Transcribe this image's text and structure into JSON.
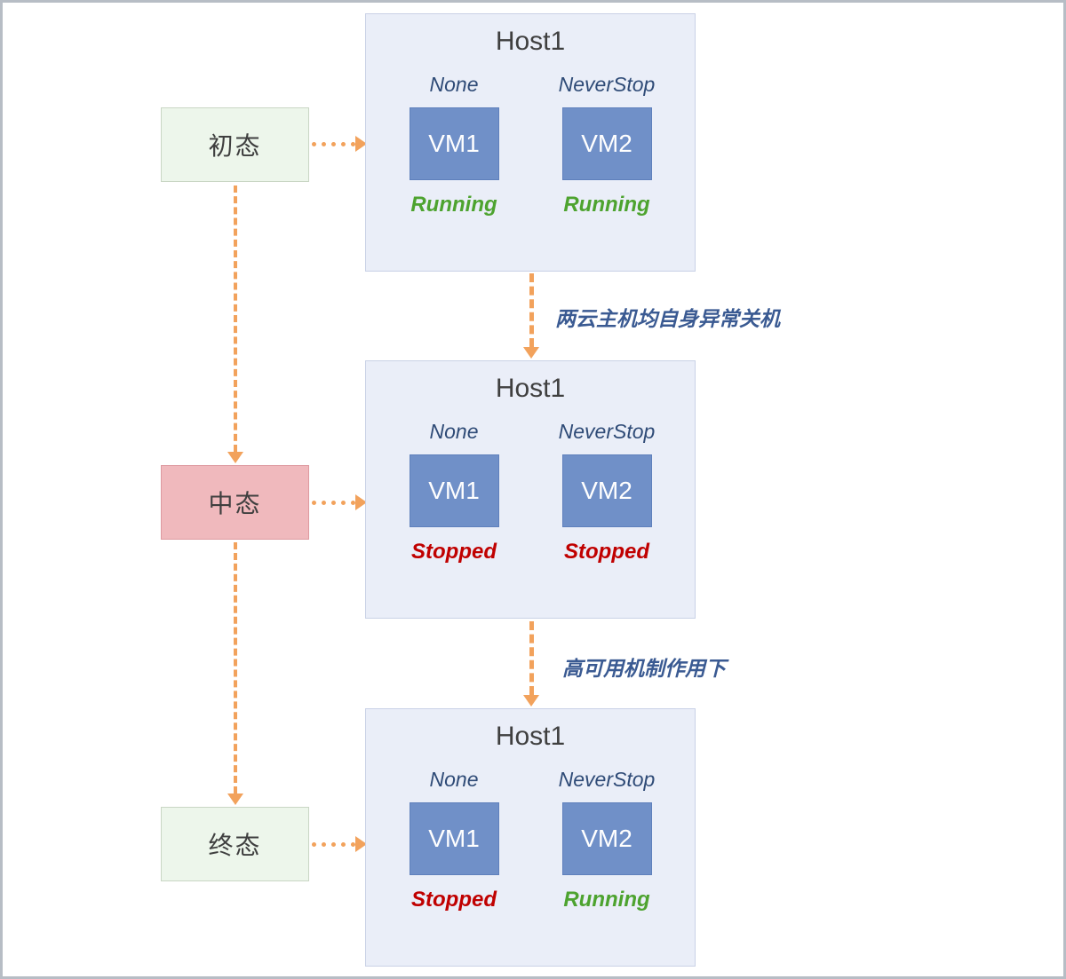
{
  "diagram": {
    "states": [
      {
        "label": "初态",
        "variant": "green"
      },
      {
        "label": "中态",
        "variant": "pink"
      },
      {
        "label": "终态",
        "variant": "green"
      }
    ],
    "hosts": [
      {
        "title": "Host1",
        "vms": [
          {
            "policy": "None",
            "name": "VM1",
            "status": "Running",
            "status_color": "#4DA32F"
          },
          {
            "policy": "NeverStop",
            "name": "VM2",
            "status": "Running",
            "status_color": "#4DA32F"
          }
        ]
      },
      {
        "title": "Host1",
        "vms": [
          {
            "policy": "None",
            "name": "VM1",
            "status": "Stopped",
            "status_color": "#C00000"
          },
          {
            "policy": "NeverStop",
            "name": "VM2",
            "status": "Stopped",
            "status_color": "#C00000"
          }
        ]
      },
      {
        "title": "Host1",
        "vms": [
          {
            "policy": "None",
            "name": "VM1",
            "status": "Stopped",
            "status_color": "#C00000"
          },
          {
            "policy": "NeverStop",
            "name": "VM2",
            "status": "Running",
            "status_color": "#4DA32F"
          }
        ]
      }
    ],
    "transitions": [
      {
        "label": "两云主机均自身异常关机"
      },
      {
        "label": "高可用机制作用下"
      }
    ],
    "colors": {
      "arrow": "#F2A25C",
      "host_bg": "#EAEEF8",
      "vm_bg": "#7090C8",
      "policy_text": "#2F4B77",
      "transition_text": "#3A5A92",
      "running_text": "#4DA32F",
      "stopped_text": "#C00000",
      "state_green_bg": "#EDF6EB",
      "state_pink_bg": "#F0B9BD"
    }
  }
}
